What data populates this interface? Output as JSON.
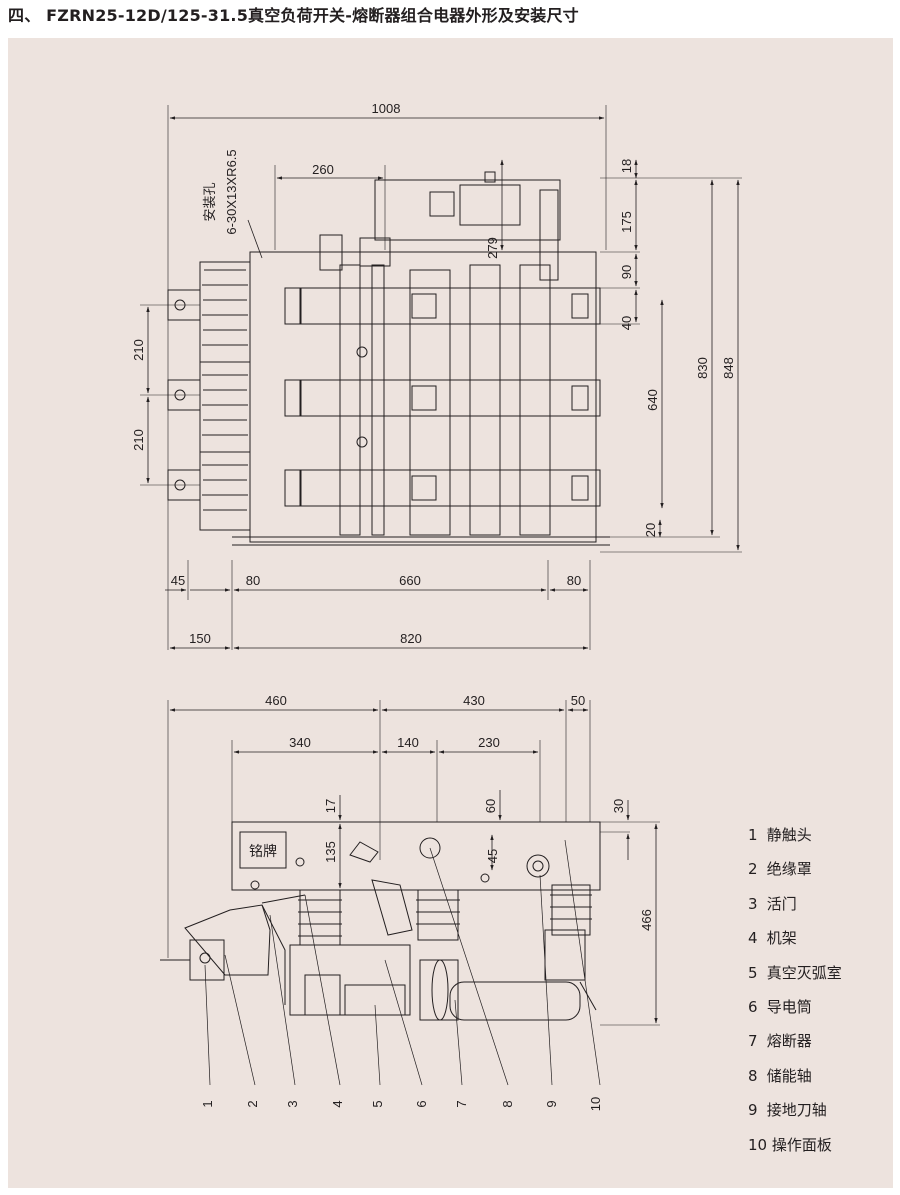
{
  "title": "四、 FZRN25-12D/125-31.5真空负荷开关-熔断器组合电器外形及安装尺寸",
  "front_view": {
    "mounting_hole_label": "安装孔",
    "mounting_hole_spec": "6-30X13XR6.5",
    "dim_1008": "1008",
    "dim_260": "260",
    "dim_279": "279",
    "dim_18": "18",
    "dim_175": "175",
    "dim_90": "90",
    "dim_40": "40",
    "dim_830": "830",
    "dim_848": "848",
    "dim_640": "640",
    "dim_20": "20",
    "dim_210_top": "210",
    "dim_210_bottom": "210",
    "dim_45": "45",
    "dim_80_left": "80",
    "dim_660": "660",
    "dim_80_right": "80",
    "dim_150": "150",
    "dim_820": "820"
  },
  "side_view": {
    "nameplate_label": "铭牌",
    "dim_460": "460",
    "dim_430": "430",
    "dim_50": "50",
    "dim_340": "340",
    "dim_140": "140",
    "dim_230": "230",
    "dim_17": "17",
    "dim_60": "60",
    "dim_30": "30",
    "dim_135": "135",
    "dim_45": "45",
    "dim_466": "466",
    "callouts": [
      "1",
      "2",
      "3",
      "4",
      "5",
      "6",
      "7",
      "8",
      "9",
      "10"
    ]
  },
  "legend": [
    {
      "num": "1",
      "label": "静触头"
    },
    {
      "num": "2",
      "label": "绝缘罩"
    },
    {
      "num": "3",
      "label": "活门"
    },
    {
      "num": "4",
      "label": "机架"
    },
    {
      "num": "5",
      "label": "真空灭弧室"
    },
    {
      "num": "6",
      "label": "导电筒"
    },
    {
      "num": "7",
      "label": "熔断器"
    },
    {
      "num": "8",
      "label": "储能轴"
    },
    {
      "num": "9",
      "label": "接地刀轴"
    },
    {
      "num": "10",
      "label": "操作面板"
    }
  ],
  "colors": {
    "panel": "#ede3de",
    "ink": "#231f20"
  }
}
